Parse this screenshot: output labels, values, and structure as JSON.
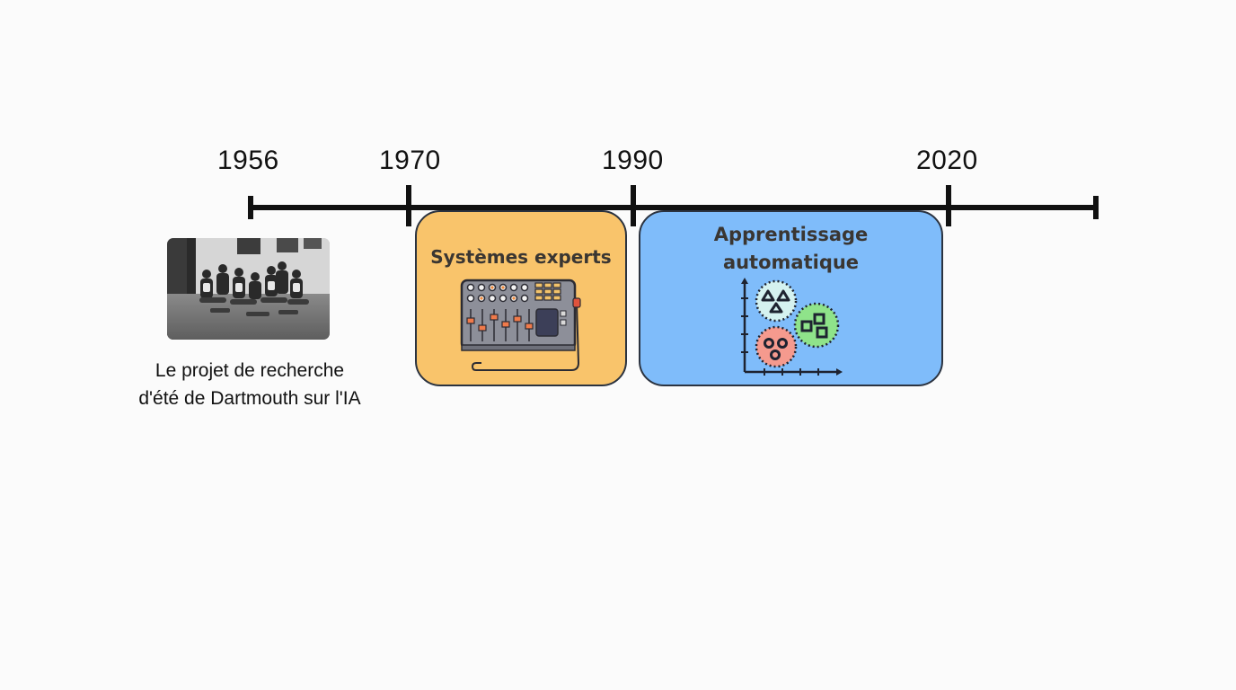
{
  "timeline": {
    "years": [
      "1956",
      "1970",
      "1990",
      "2020"
    ]
  },
  "event_1956": {
    "caption_line1": "Le projet de recherche",
    "caption_line2": "d'été de Dartmouth sur l'IA",
    "photo_icon": "group-photo-icon"
  },
  "expert_systems": {
    "title": "Systèmes experts",
    "icon": "control-panel-icon",
    "color": "#f9c46b"
  },
  "machine_learning": {
    "title_line1": "Apprentissage",
    "title_line2": "automatique",
    "icon": "clustering-chart-icon",
    "color": "#7fbcfa"
  }
}
